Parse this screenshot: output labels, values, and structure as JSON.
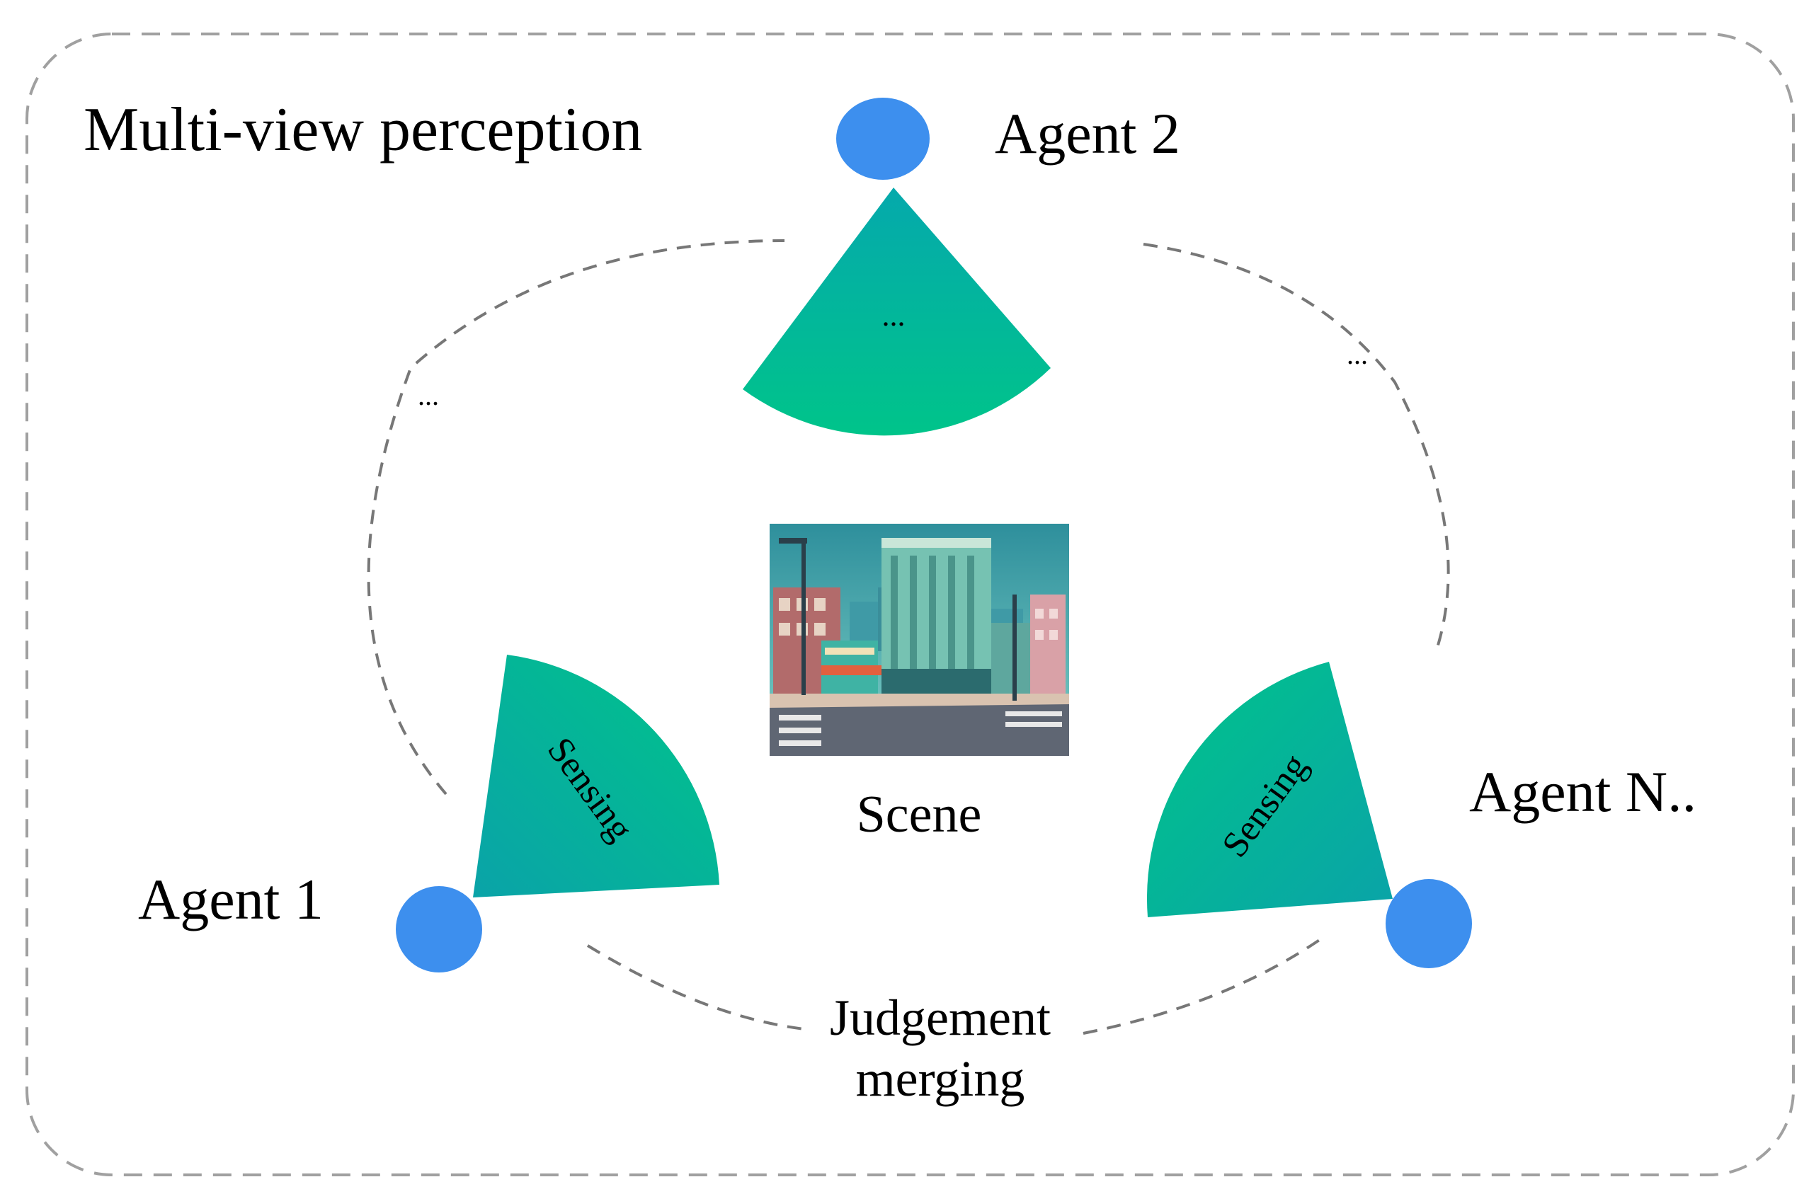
{
  "title": "Multi-view perception",
  "agents": {
    "agent1": "Agent 1",
    "agent2": "Agent 2",
    "agentN": "Agent N.."
  },
  "sectors": {
    "top_label": "...",
    "left_label": "Sensing",
    "right_label": "Sensing"
  },
  "scene": {
    "label": "Scene"
  },
  "links": {
    "left_ellipsis": "...",
    "right_ellipsis": "...",
    "bottom_label_line1": "Judgement",
    "bottom_label_line2": "merging"
  },
  "colors": {
    "agent_dot": "#3d8fee",
    "sector_green": "#00c48a",
    "sector_teal": "#05a9ac",
    "dashed_line": "#777777",
    "frame_border": "#a0a0a0"
  }
}
